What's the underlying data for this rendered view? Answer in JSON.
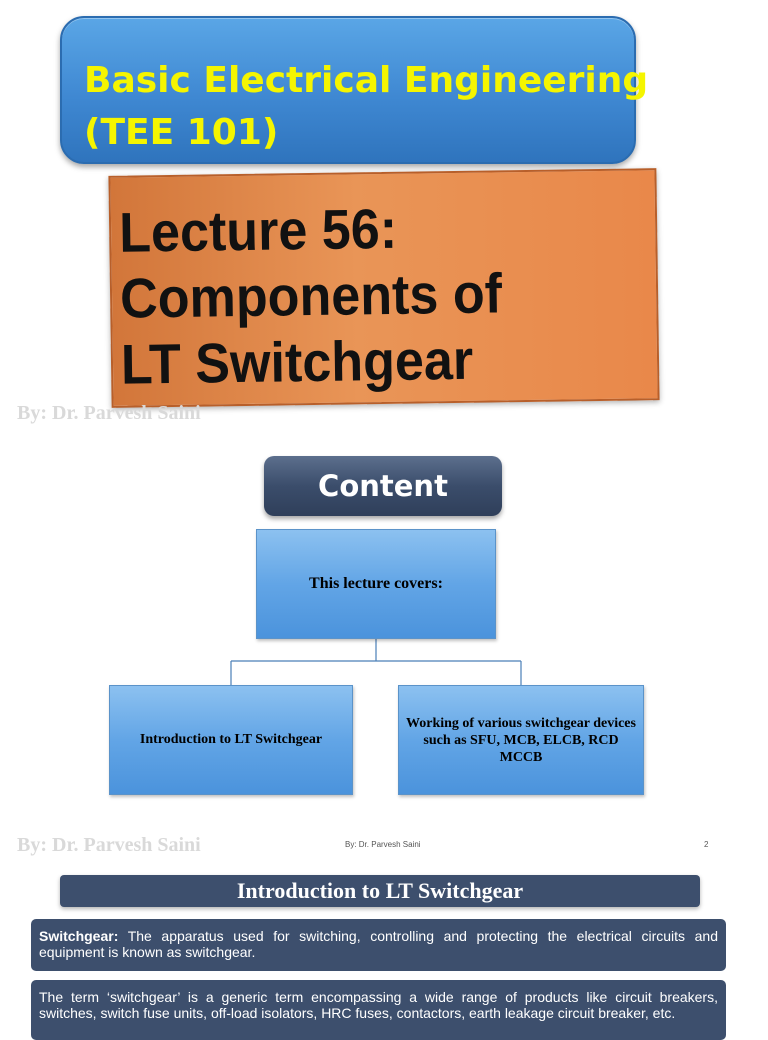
{
  "slide1": {
    "course_title_line1": "Basic Electrical Engineering",
    "course_title_line2": "(TEE 101)",
    "lecture_line1": "Lecture 56:",
    "lecture_line2": "Components of",
    "lecture_line3": "LT Switchgear",
    "byline": "By: Dr. Parvesh Saini"
  },
  "slide2": {
    "heading": "Content",
    "root_node": "This lecture covers:",
    "left_node": "Introduction to LT Switchgear",
    "right_node": "Working of various switchgear devices such as SFU, MCB, ELCB, RCD MCCB",
    "byline": "By: Dr. Parvesh Saini",
    "footer_author": "By: Dr. Parvesh Saini",
    "page_number": "2"
  },
  "slide3": {
    "heading": "Introduction to LT Switchgear",
    "para1_term": "Switchgear:",
    "para1_text": " The apparatus used for switching, controlling and  protecting the electrical circuits and equipment is known as  switchgear.",
    "para2_text": "The term ‘switchgear’ is a generic term encompassing a wide  range of products like circuit breakers, switches, switch fuse  units, off-load isolators, HRC fuses, contactors, earth leakage  circuit breaker, etc."
  },
  "colors": {
    "title_box_blue": "#3f88d2",
    "title_text_yellow": "#f5f500",
    "lecture_box_orange": "#e99557",
    "dark_slate": "#3d4f6d",
    "node_blue": "#62a5e6"
  }
}
